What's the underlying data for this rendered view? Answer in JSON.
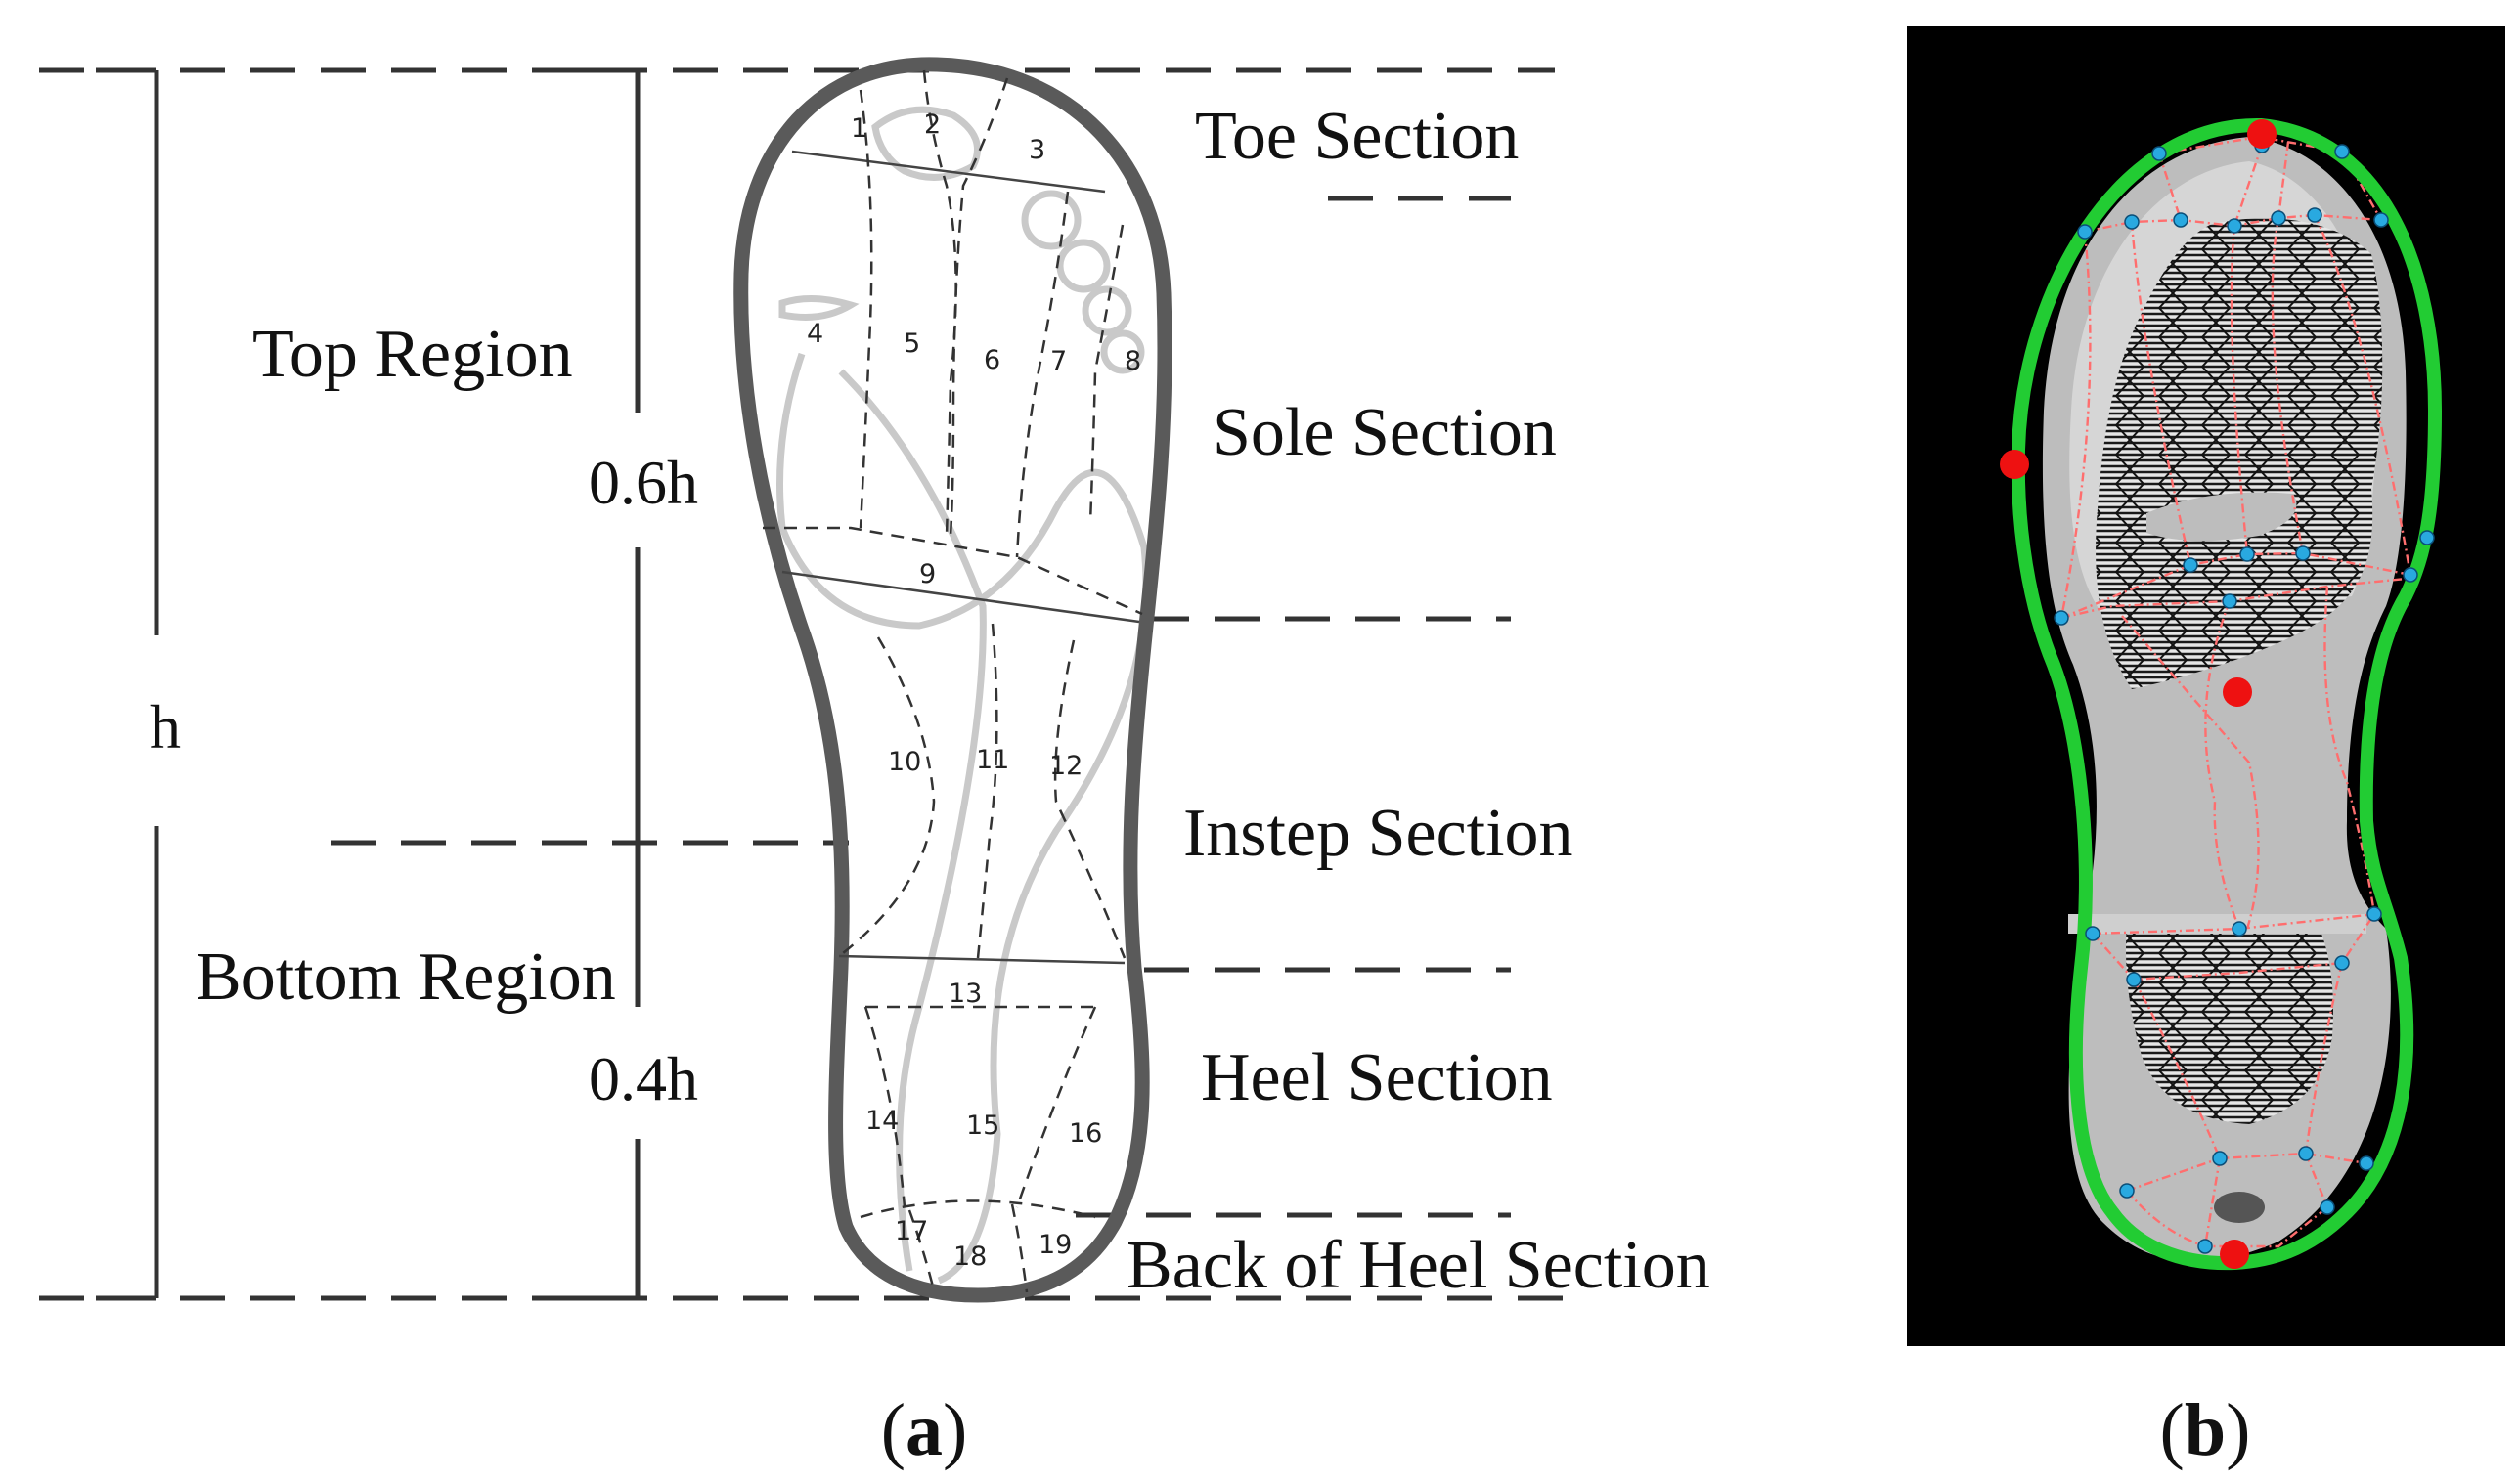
{
  "panel_a": {
    "labels": {
      "height": "h",
      "top_region": "Top Region",
      "bottom_region": "Bottom Region",
      "top_fraction": "0.6h",
      "bottom_fraction": "0.4h",
      "toe_section": "Toe Section",
      "sole_section": "Sole Section",
      "instep_section": "Instep Section",
      "heel_section": "Heel Section",
      "back_of_heel_section": "Back of Heel Section"
    },
    "zone_numbers": [
      "1",
      "2",
      "3",
      "4",
      "5",
      "6",
      "7",
      "8",
      "9",
      "10",
      "11",
      "12",
      "13",
      "14",
      "15",
      "16",
      "17",
      "18",
      "19"
    ],
    "caption_letter": "a"
  },
  "panel_b": {
    "caption_letter": "b",
    "background_color": "#000000",
    "contour_color": "#22cc33",
    "landmark_color": "#ee1111",
    "keypoint_color": "#29a9e0",
    "mesh_color": "#ff6e6e"
  }
}
